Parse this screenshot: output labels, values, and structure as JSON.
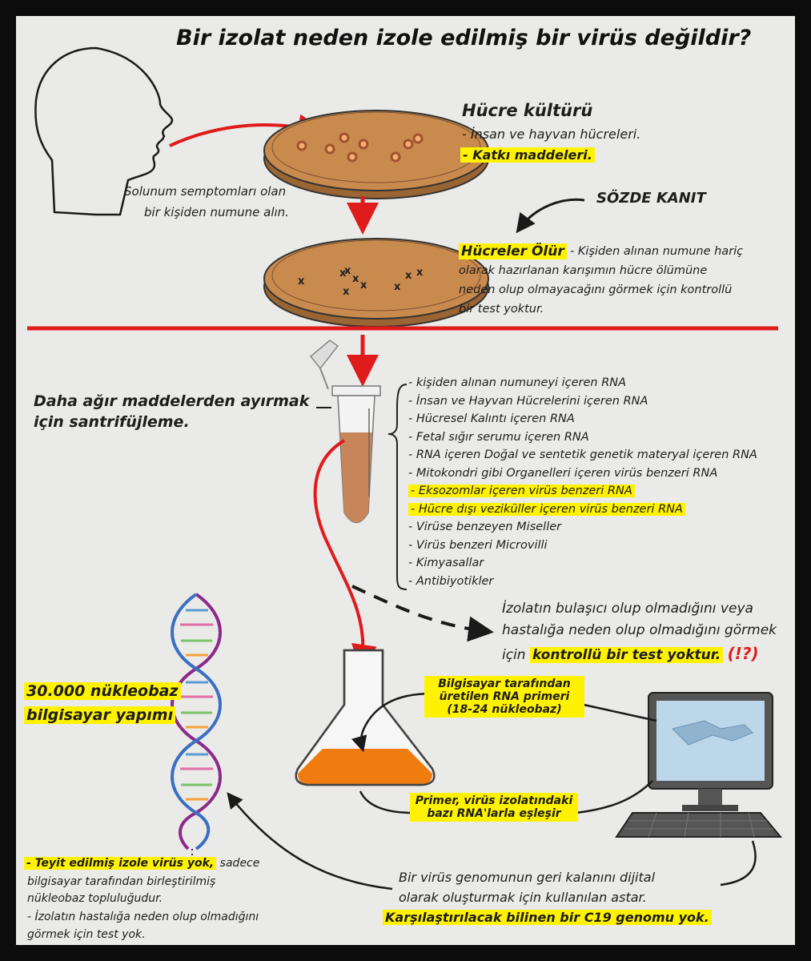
{
  "title": "Bir izolat neden izole edilmiş bir virüs değildir?",
  "culture": {
    "heading": "Hücre kültürü",
    "line1": "- İnsan ve hayvan hücreleri.",
    "line2": "- Katkı maddeleri."
  },
  "sample": {
    "line1": "Solunum semptomları olan",
    "line2": "bir kişiden numune alın."
  },
  "sozde_kanit": "SÖZDE KANIT",
  "cells_die": {
    "highlight": "Hücreler Ölür",
    "line1": "- Kişiden alınan numune hariç",
    "line2": "olarak hazırlanan karışımın hücre ölümüne",
    "line3": "neden olup olmayacağını görmek için kontrollü",
    "line4": "bir test yoktur."
  },
  "centrifuge": {
    "line1": "Daha ağır maddelerden ayırmak",
    "line2": "için santrifüjleme."
  },
  "contents": [
    {
      "text": "- kişiden alınan numuneyi içeren RNA",
      "highlight": false
    },
    {
      "text": "- İnsan ve Hayvan Hücrelerini içeren RNA",
      "highlight": false
    },
    {
      "text": "- Hücresel Kalıntı içeren RNA",
      "highlight": false
    },
    {
      "text": "- Fetal sığır serumu içeren RNA",
      "highlight": false
    },
    {
      "text": "- RNA içeren Doğal ve sentetik genetik materyal içeren RNA",
      "highlight": false
    },
    {
      "text": "- Mitokondri gibi Organelleri içeren virüs benzeri RNA",
      "highlight": false
    },
    {
      "text": "- Eksozomlar içeren virüs benzeri RNA",
      "highlight": true
    },
    {
      "text": "- Hücre dışı veziküller içeren virüs benzeri RNA",
      "highlight": true
    },
    {
      "text": "- Virüse benzeyen Miseller",
      "highlight": false
    },
    {
      "text": "- Virüs benzeri Microvilli",
      "highlight": false
    },
    {
      "text": "- Kimyasallar",
      "highlight": false
    },
    {
      "text": "- Antibiyotikler",
      "highlight": false
    }
  ],
  "infectious": {
    "line1": "İzolatın bulaşıcı olup olmadığını veya",
    "line2": "hastalığa neden olup olmadığını görmek",
    "line3_pre": "için",
    "line3_hl": "kontrollü bir test yoktur.",
    "line3_mark": "(!?)"
  },
  "nucleobase": {
    "line1": "30.000 nükleobaz",
    "line2": "bilgisayar yapımı"
  },
  "primer": {
    "line1": "Bilgisayar tarafından",
    "line2": "üretilen RNA primeri",
    "line3": "(18-24 nükleobaz)"
  },
  "match": {
    "line1": "Primer, virüs izolatındaki",
    "line2": "bazı RNA'larla eşleşir"
  },
  "no_isolate": {
    "hl": "- Teyit edilmiş izole virüs yok,",
    "rest": " sadece",
    "line2": "bilgisayar tarafından birleştirilmiş",
    "line3": "nükleobaz topluluğudur.",
    "line4": "- İzolatın hastalığa neden olup olmadığını",
    "line5": "görmek için test yok."
  },
  "genome": {
    "line1": "Bir virüs genomunun geri kalanını dijital",
    "line2": "olarak oluşturmak için kullanılan astar.",
    "line3": "Karşılaştırılacak bilinen bir C19 genomu yok."
  },
  "colors": {
    "arrow_red": "#e01b1b",
    "highlight": "#fff200",
    "culture_medium": "#c98a4e",
    "flask_liquid": "#f07c10",
    "frame": "#0c0c0c",
    "background": "#eaeae8"
  },
  "icons": [
    "head-silhouette-icon",
    "petri-dish-icon",
    "centrifuge-tube-icon",
    "erlenmeyer-flask-icon",
    "dna-helix-icon",
    "computer-monitor-icon",
    "keyboard-icon"
  ]
}
